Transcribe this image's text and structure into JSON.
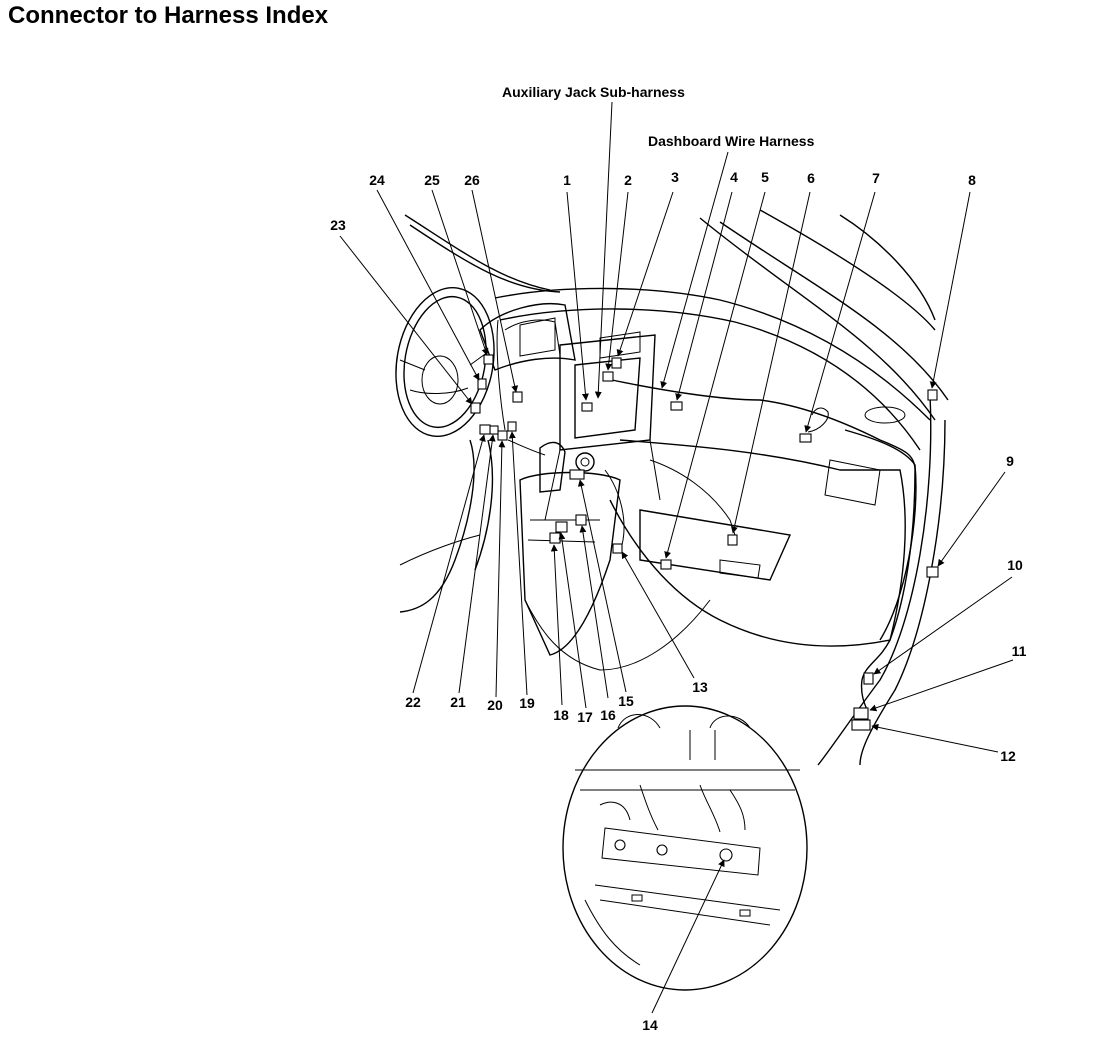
{
  "title": "Connector to Harness Index",
  "harness_labels": {
    "auxiliary": "Auxiliary Jack Sub-harness",
    "dashboard": "Dashboard Wire Harness"
  },
  "callouts": [
    "1",
    "2",
    "3",
    "4",
    "5",
    "6",
    "7",
    "8",
    "9",
    "10",
    "11",
    "12",
    "13",
    "14",
    "15",
    "16",
    "17",
    "18",
    "19",
    "20",
    "21",
    "22",
    "23",
    "24",
    "25",
    "26"
  ]
}
